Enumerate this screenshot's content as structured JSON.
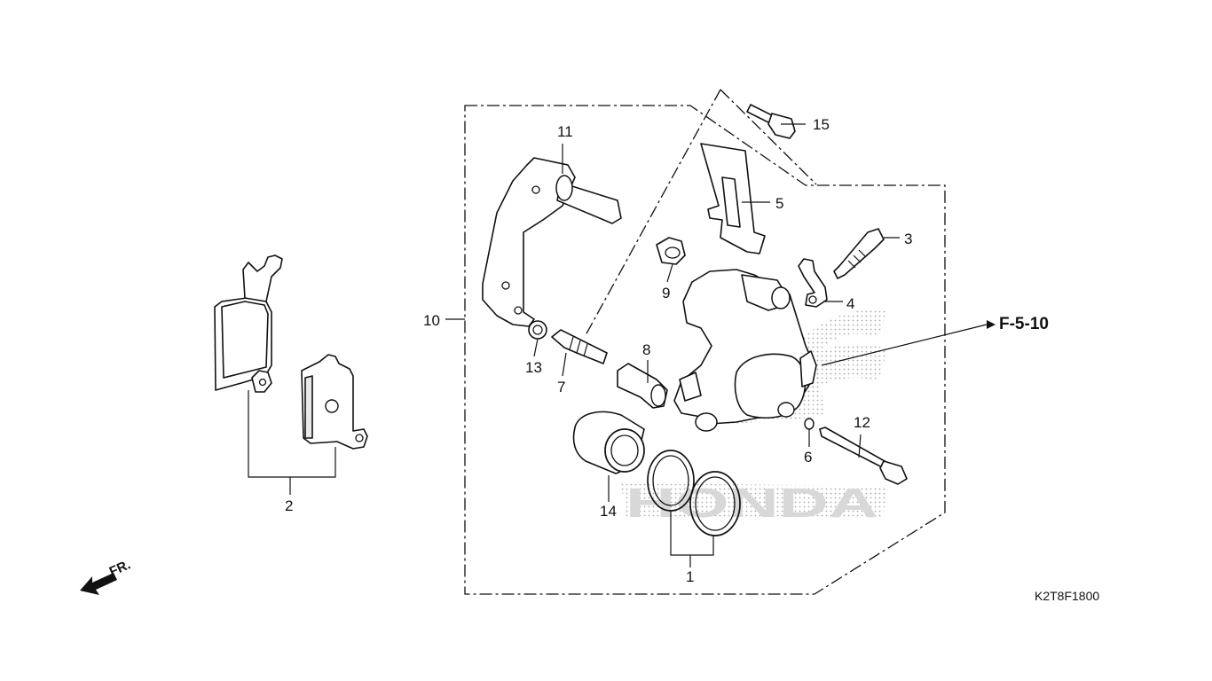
{
  "diagram": {
    "callouts": [
      {
        "id": "1",
        "label": "1"
      },
      {
        "id": "2",
        "label": "2"
      },
      {
        "id": "3",
        "label": "3"
      },
      {
        "id": "4",
        "label": "4"
      },
      {
        "id": "5",
        "label": "5"
      },
      {
        "id": "6",
        "label": "6"
      },
      {
        "id": "7",
        "label": "7"
      },
      {
        "id": "8",
        "label": "8"
      },
      {
        "id": "9",
        "label": "9"
      },
      {
        "id": "10",
        "label": "10"
      },
      {
        "id": "11",
        "label": "11"
      },
      {
        "id": "12",
        "label": "12"
      },
      {
        "id": "13",
        "label": "13"
      },
      {
        "id": "14",
        "label": "14"
      },
      {
        "id": "15",
        "label": "15"
      }
    ],
    "reference_label": "F-5-10",
    "diagram_code": "K2T8F1800",
    "front_indicator": "FR.",
    "watermark": "HONDA"
  },
  "colors": {
    "line": "#111111",
    "background": "#ffffff",
    "stipple": "#9a9a9a"
  }
}
